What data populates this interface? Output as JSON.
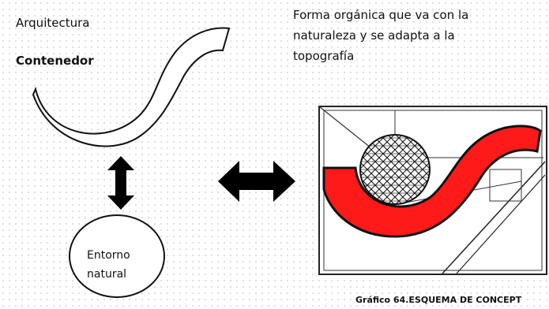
{
  "labels": {
    "architecture": "Arquitectura",
    "container": "Contenedor",
    "natural_env": [
      "Entorno",
      "natural"
    ]
  },
  "description": [
    "Forma orgánica que va con la",
    "naturaleza y se adapta a la",
    "topografía"
  ],
  "caption": "Gráfico 64.ESQUEMA DE CONCEPT",
  "colors": {
    "accent_red": "#ff1a1a",
    "stroke": "#111111"
  }
}
